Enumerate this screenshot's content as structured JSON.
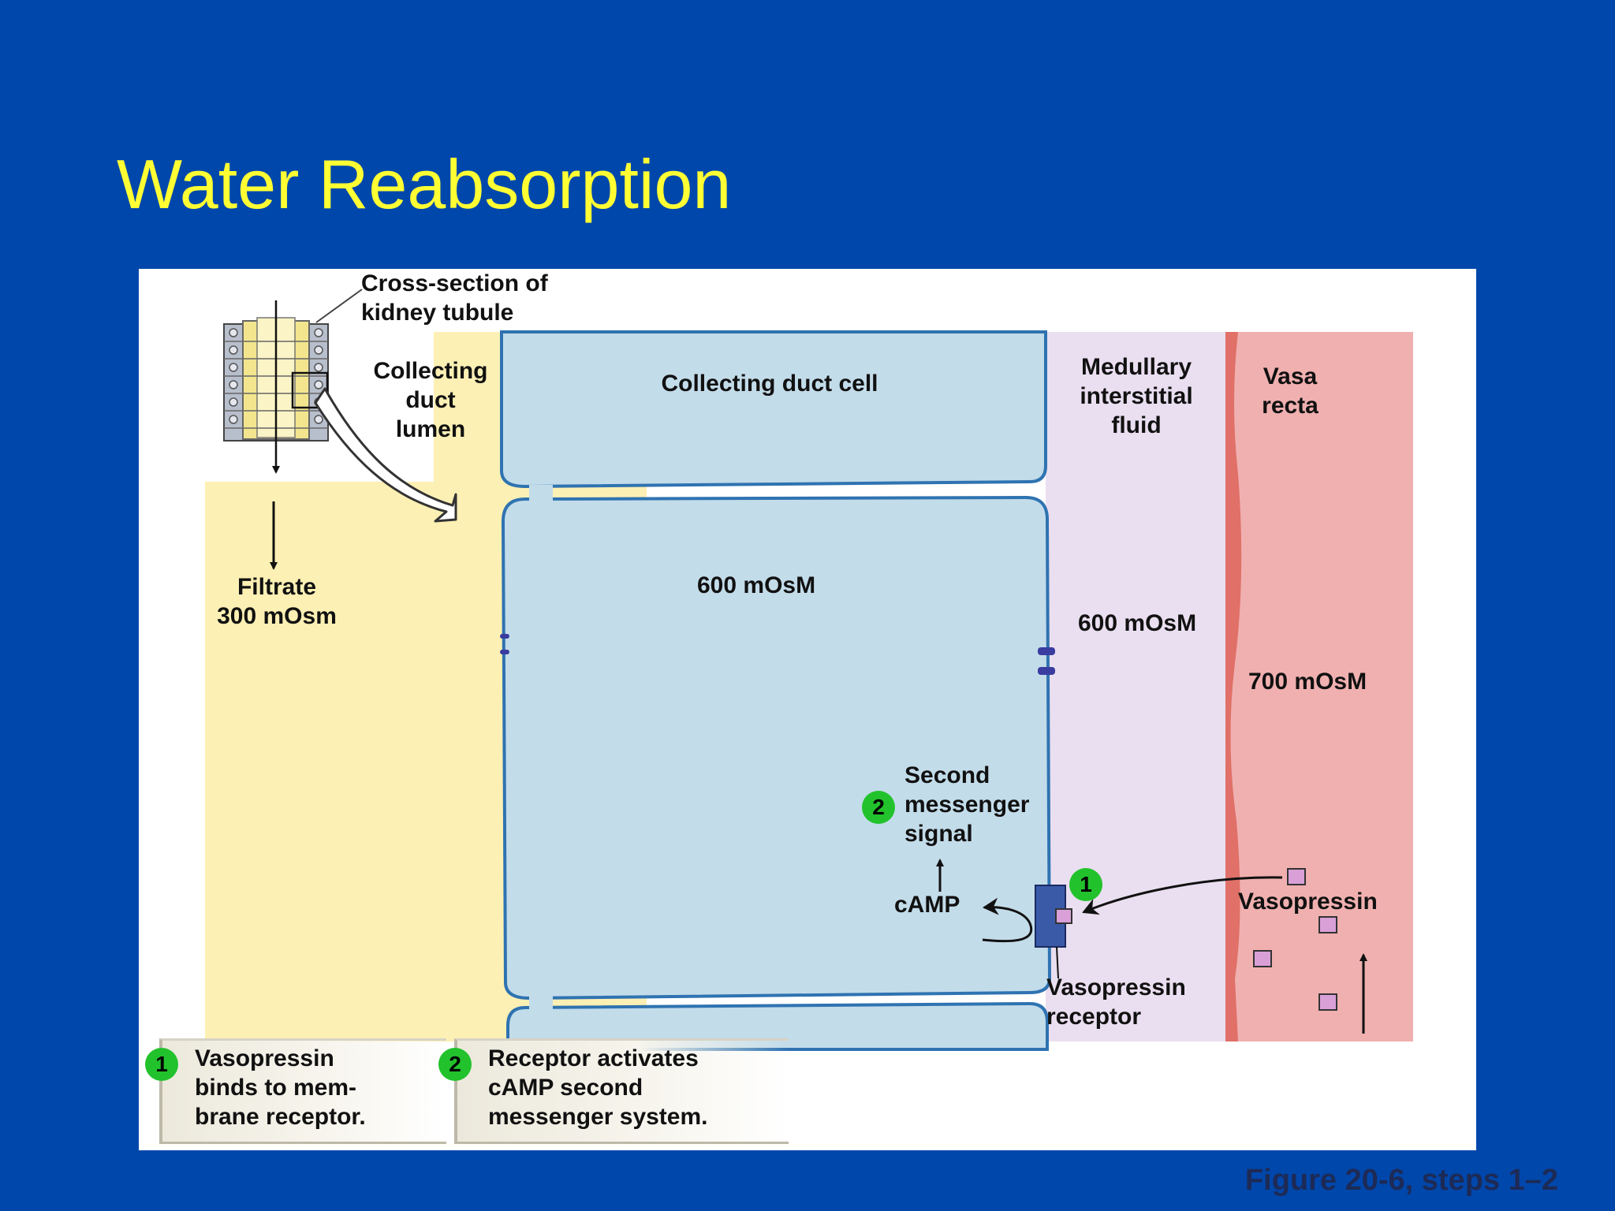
{
  "slide": {
    "title": "Water Reabsorption",
    "figure_caption": "Figure 20-6, steps 1–2"
  },
  "colors": {
    "background": "#0047ab",
    "title": "#ffff33",
    "lumen": "#fdf0b4",
    "cell": "#c3dcea",
    "cell_border": "#2f73b1",
    "interstitial": "#eadff0",
    "vasa_recta": "#f0b0b0",
    "vessel_wall": "#e07068",
    "receptor": "#3a5aa8",
    "vasopressin": "#d9a0d8",
    "step_badge": "#22c22c"
  },
  "labels": {
    "cross_section": "Cross-section of\nkidney tubule",
    "lumen": "Collecting\nduct\nlumen",
    "duct_cell": "Collecting duct cell",
    "interstitial": "Medullary\ninterstitial\nfluid",
    "vasa_recta": "Vasa\nrecta",
    "filtrate": "Filtrate\n300 mOsm",
    "cell_osm": "600 mOsM",
    "interstitial_osm": "600 mOsM",
    "vasa_osm": "700 mOsM",
    "second_messenger": "Second\nmessenger\nsignal",
    "camp": "cAMP",
    "vasopressin": "Vasopressin",
    "receptor": "Vasopressin\nreceptor"
  },
  "steps": [
    {
      "number": "1",
      "text": "Vasopressin\nbinds to mem-\nbrane receptor."
    },
    {
      "number": "2",
      "text": "Receptor activates\ncAMP second\nmessenger system."
    }
  ],
  "badges": {
    "receptor": "1",
    "signal": "2"
  }
}
